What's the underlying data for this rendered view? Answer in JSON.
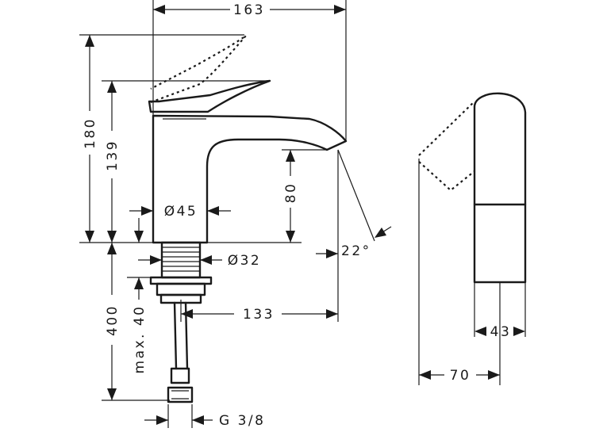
{
  "dimensions": {
    "overall_length": "163",
    "total_height": "180",
    "spout_top_height": "139",
    "spout_outlet_height": "80",
    "body_diameter": "Ø45",
    "shank_diameter": "Ø32",
    "spout_reach": "133",
    "hose_length": "400",
    "max_deck_thickness": "max. 40",
    "connection_thread": "G 3/8",
    "spray_angle": "22°",
    "side_depth": "70",
    "handle_width": "43"
  }
}
